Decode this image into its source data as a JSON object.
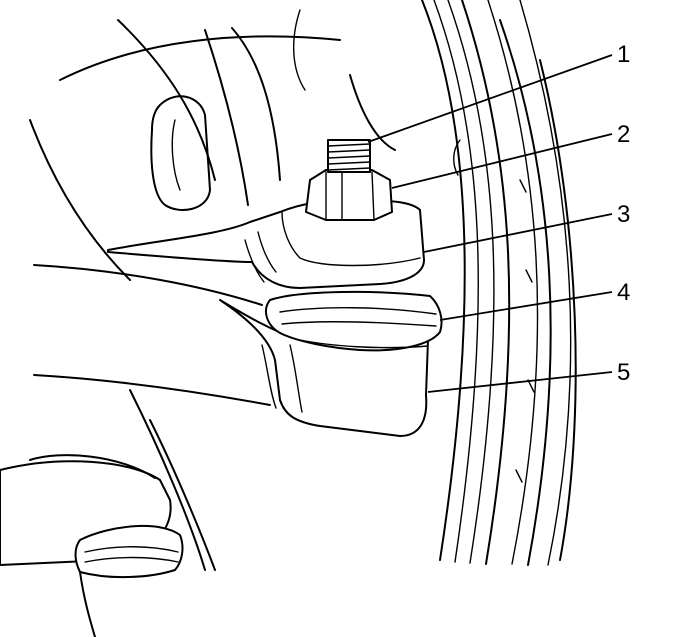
{
  "callouts": [
    {
      "id": "1",
      "label": "1"
    },
    {
      "id": "2",
      "label": "2"
    },
    {
      "id": "3",
      "label": "3"
    },
    {
      "id": "4",
      "label": "4"
    },
    {
      "id": "5",
      "label": "5"
    }
  ],
  "colors": {
    "stroke": "#000000",
    "background": "#ffffff"
  }
}
